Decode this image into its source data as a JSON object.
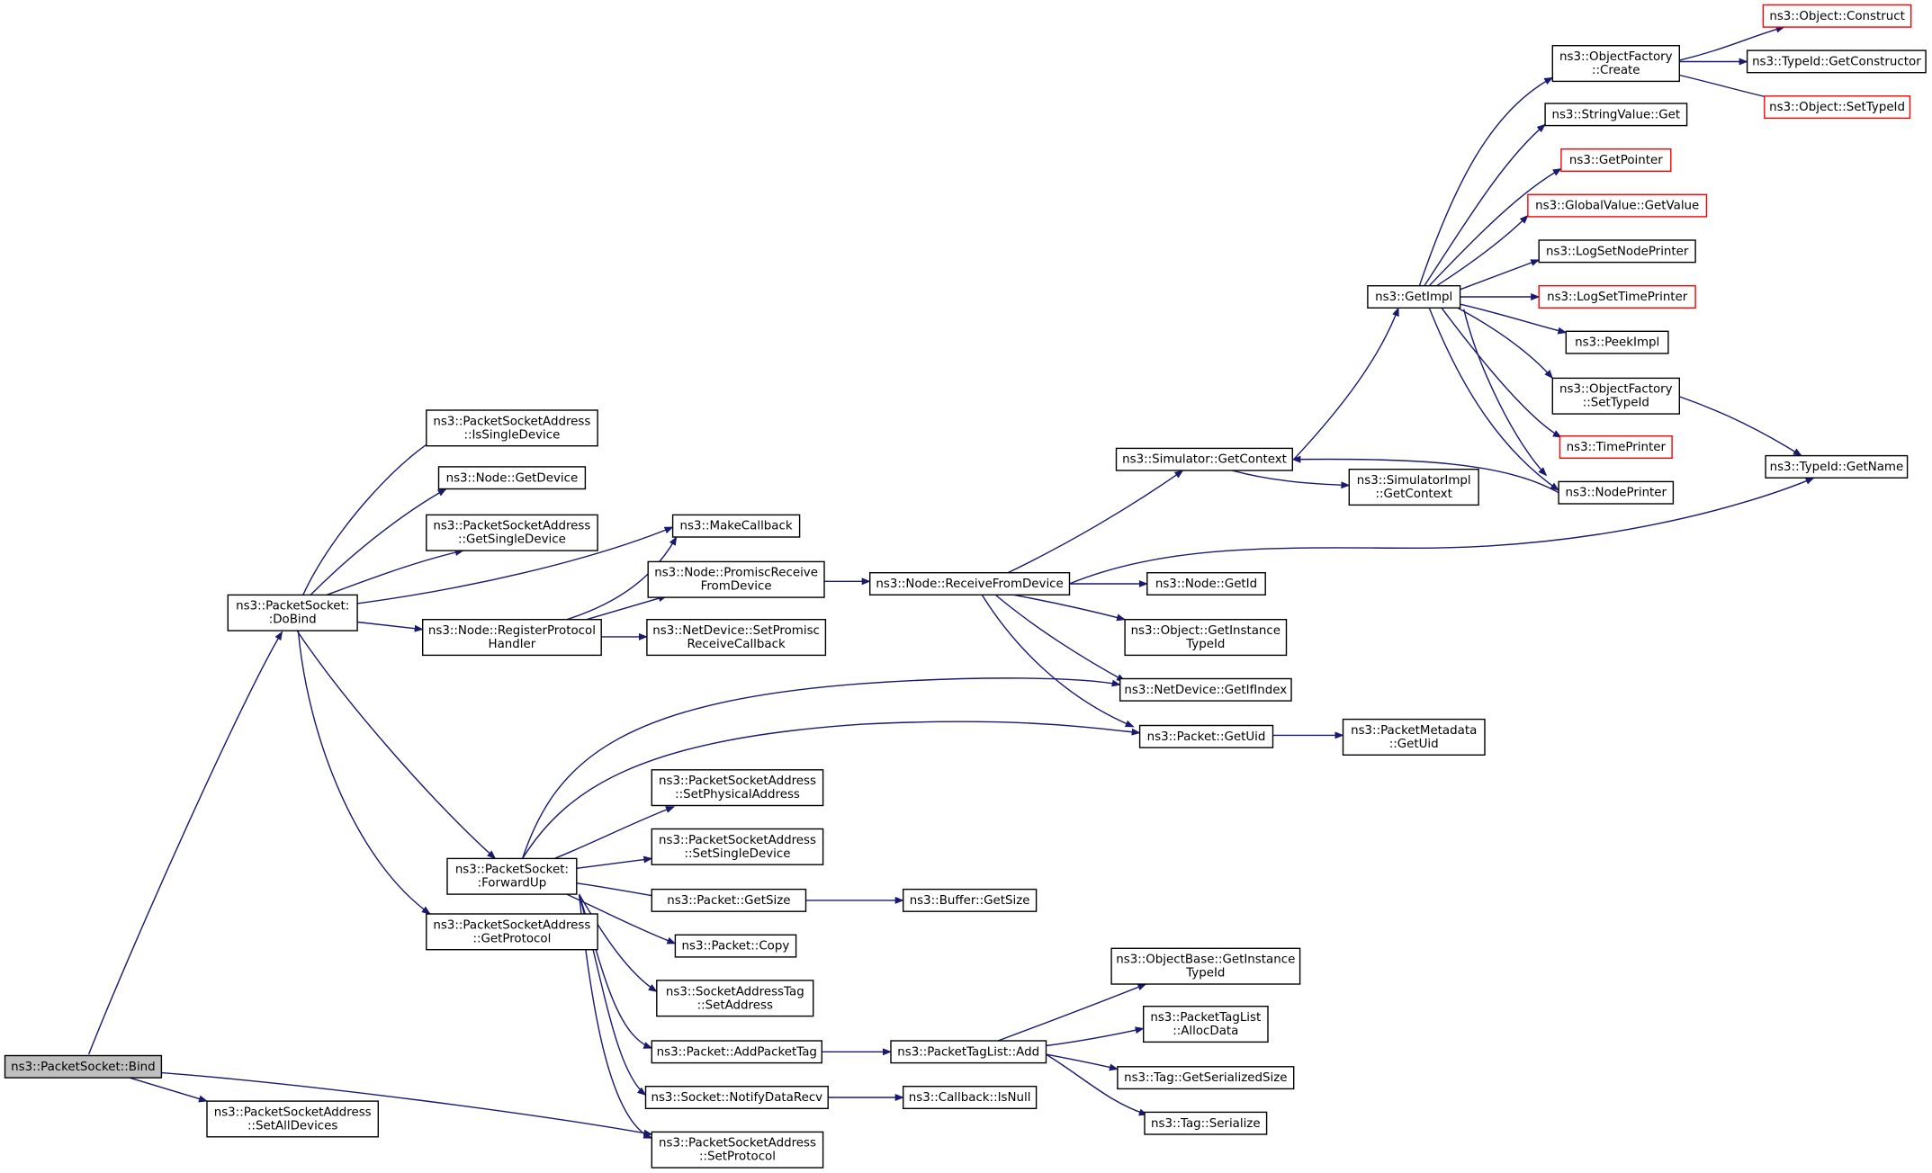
{
  "diagram": {
    "nodes": [
      {
        "id": "bind",
        "lines": [
          "ns3::PacketSocket::Bind"
        ],
        "style": "root"
      },
      {
        "id": "dobind",
        "lines": [
          "ns3::PacketSocket:",
          ":DoBind"
        ],
        "style": "normal"
      },
      {
        "id": "setalldev",
        "lines": [
          "ns3::PacketSocketAddress",
          "::SetAllDevices"
        ],
        "style": "normal"
      },
      {
        "id": "setproto",
        "lines": [
          "ns3::PacketSocketAddress",
          "::SetProtocol"
        ],
        "style": "normal"
      },
      {
        "id": "issingle",
        "lines": [
          "ns3::PacketSocketAddress",
          "::IsSingleDevice"
        ],
        "style": "normal"
      },
      {
        "id": "getdevice",
        "lines": [
          "ns3::Node::GetDevice"
        ],
        "style": "normal"
      },
      {
        "id": "getsingle",
        "lines": [
          "ns3::PacketSocketAddress",
          "::GetSingleDevice"
        ],
        "style": "normal"
      },
      {
        "id": "regproto",
        "lines": [
          "ns3::Node::RegisterProtocol",
          "Handler"
        ],
        "style": "normal"
      },
      {
        "id": "forwardup",
        "lines": [
          "ns3::PacketSocket:",
          ":ForwardUp"
        ],
        "style": "normal"
      },
      {
        "id": "getproto",
        "lines": [
          "ns3::PacketSocketAddress",
          "::GetProtocol"
        ],
        "style": "normal"
      },
      {
        "id": "makecb",
        "lines": [
          "ns3::MakeCallback"
        ],
        "style": "normal"
      },
      {
        "id": "promisc",
        "lines": [
          "ns3::Node::PromiscReceive",
          "FromDevice"
        ],
        "style": "normal"
      },
      {
        "id": "setpromisc",
        "lines": [
          "ns3::NetDevice::SetPromisc",
          "ReceiveCallback"
        ],
        "style": "normal"
      },
      {
        "id": "recvfrom",
        "lines": [
          "ns3::Node::ReceiveFromDevice"
        ],
        "style": "normal"
      },
      {
        "id": "simctx",
        "lines": [
          "ns3::Simulator::GetContext"
        ],
        "style": "normal"
      },
      {
        "id": "simimplctx",
        "lines": [
          "ns3::SimulatorImpl",
          "::GetContext"
        ],
        "style": "normal"
      },
      {
        "id": "nodegetid",
        "lines": [
          "ns3::Node::GetId"
        ],
        "style": "normal"
      },
      {
        "id": "objinst",
        "lines": [
          "ns3::Object::GetInstance",
          "TypeId"
        ],
        "style": "normal"
      },
      {
        "id": "getifindex",
        "lines": [
          "ns3::NetDevice::GetIfIndex"
        ],
        "style": "normal"
      },
      {
        "id": "getuid",
        "lines": [
          "ns3::Packet::GetUid"
        ],
        "style": "normal"
      },
      {
        "id": "metauid",
        "lines": [
          "ns3::PacketMetadata",
          "::GetUid"
        ],
        "style": "normal"
      },
      {
        "id": "getimpl",
        "lines": [
          "ns3::GetImpl"
        ],
        "style": "normal"
      },
      {
        "id": "ofcreate",
        "lines": [
          "ns3::ObjectFactory",
          "::Create"
        ],
        "style": "normal"
      },
      {
        "id": "strget",
        "lines": [
          "ns3::StringValue::Get"
        ],
        "style": "normal"
      },
      {
        "id": "getpointer",
        "lines": [
          "ns3::GetPointer"
        ],
        "style": "red"
      },
      {
        "id": "gvget",
        "lines": [
          "ns3::GlobalValue::GetValue"
        ],
        "style": "red"
      },
      {
        "id": "lognode",
        "lines": [
          "ns3::LogSetNodePrinter"
        ],
        "style": "normal"
      },
      {
        "id": "logtime",
        "lines": [
          "ns3::LogSetTimePrinter"
        ],
        "style": "red"
      },
      {
        "id": "peekimpl",
        "lines": [
          "ns3::PeekImpl"
        ],
        "style": "normal"
      },
      {
        "id": "ofsettid",
        "lines": [
          "ns3::ObjectFactory",
          "::SetTypeId"
        ],
        "style": "normal"
      },
      {
        "id": "timeprinter",
        "lines": [
          "ns3::TimePrinter"
        ],
        "style": "red"
      },
      {
        "id": "nodeprinter",
        "lines": [
          "ns3::NodePrinter"
        ],
        "style": "normal"
      },
      {
        "id": "objconstruct",
        "lines": [
          "ns3::Object::Construct"
        ],
        "style": "red"
      },
      {
        "id": "tidgetctor",
        "lines": [
          "ns3::TypeId::GetConstructor"
        ],
        "style": "normal"
      },
      {
        "id": "objsettid",
        "lines": [
          "ns3::Object::SetTypeId"
        ],
        "style": "red"
      },
      {
        "id": "tidgetname",
        "lines": [
          "ns3::TypeId::GetName"
        ],
        "style": "normal"
      },
      {
        "id": "setphys",
        "lines": [
          "ns3::PacketSocketAddress",
          "::SetPhysicalAddress"
        ],
        "style": "normal"
      },
      {
        "id": "setsingle",
        "lines": [
          "ns3::PacketSocketAddress",
          "::SetSingleDevice"
        ],
        "style": "normal"
      },
      {
        "id": "pktsize",
        "lines": [
          "ns3::Packet::GetSize"
        ],
        "style": "normal"
      },
      {
        "id": "bufsize",
        "lines": [
          "ns3::Buffer::GetSize"
        ],
        "style": "normal"
      },
      {
        "id": "pktcopy",
        "lines": [
          "ns3::Packet::Copy"
        ],
        "style": "normal"
      },
      {
        "id": "satsetaddr",
        "lines": [
          "ns3::SocketAddressTag",
          "::SetAddress"
        ],
        "style": "normal"
      },
      {
        "id": "addpkttag",
        "lines": [
          "ns3::Packet::AddPacketTag"
        ],
        "style": "normal"
      },
      {
        "id": "ptladd",
        "lines": [
          "ns3::PacketTagList::Add"
        ],
        "style": "normal"
      },
      {
        "id": "notifyrecv",
        "lines": [
          "ns3::Socket::NotifyDataRecv"
        ],
        "style": "normal"
      },
      {
        "id": "cbisnull",
        "lines": [
          "ns3::Callback::IsNull"
        ],
        "style": "normal"
      },
      {
        "id": "obinst",
        "lines": [
          "ns3::ObjectBase::GetInstance",
          "TypeId"
        ],
        "style": "normal"
      },
      {
        "id": "ptlalloc",
        "lines": [
          "ns3::PacketTagList",
          "::AllocData"
        ],
        "style": "normal"
      },
      {
        "id": "tagsersize",
        "lines": [
          "ns3::Tag::GetSerializedSize"
        ],
        "style": "normal"
      },
      {
        "id": "tagser",
        "lines": [
          "ns3::Tag::Serialize"
        ],
        "style": "normal"
      }
    ]
  }
}
